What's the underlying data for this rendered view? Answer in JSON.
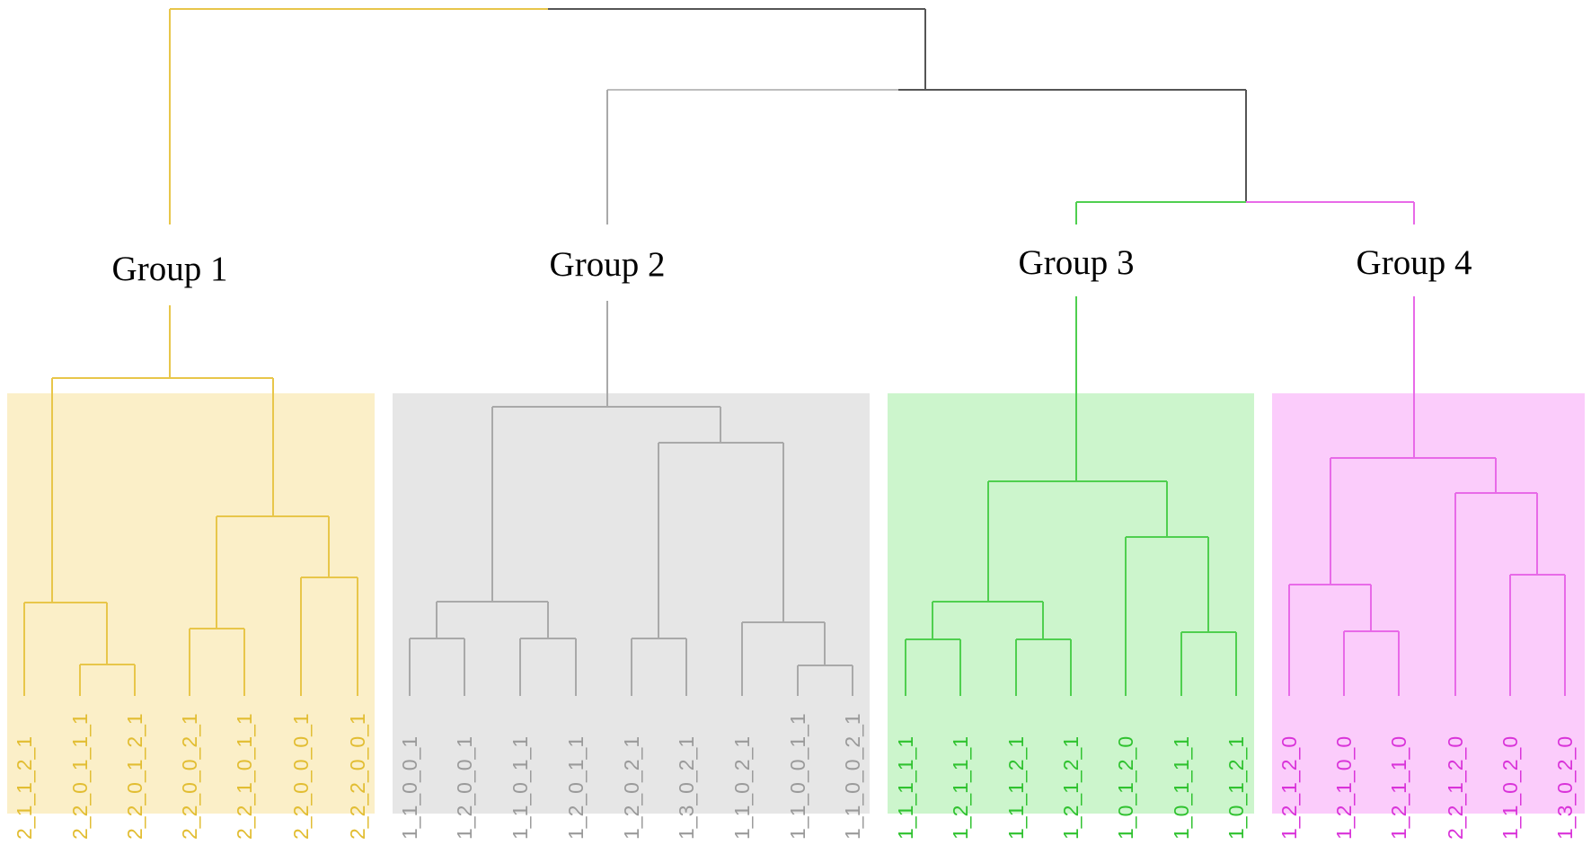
{
  "groups": [
    {
      "label": "Group 1",
      "line_color": "#e8c64a",
      "box_color": "#fbefc8",
      "text_color": "#e2bd32",
      "leaves": [
        "2_1_1_2_1",
        "2_2_0_1_1_1",
        "2_2_0_1_2_1",
        "2_2_0_0_2_1",
        "2_2_1_0_1_1",
        "2_2_0_0_0_1",
        "2_2_2_0_0_1"
      ]
    },
    {
      "label": "Group 2",
      "line_color": "#a9a9a9",
      "box_color": "#e6e6e6",
      "text_color": "#9a9a9a",
      "leaves": [
        "1_1_0_0_1",
        "1_2_0_0_1",
        "1_1_0_1_1",
        "1_2_0_1_1",
        "1_2_0_2_1",
        "1_3_0_2_1",
        "1_1_0_2_1",
        "1_1_0_0_1_1",
        "1_1_0_0_2_1"
      ]
    },
    {
      "label": "Group 3",
      "line_color": "#4fcf4f",
      "box_color": "#ccf5cc",
      "text_color": "#2fc22f",
      "leaves": [
        "1_1_1_1_1",
        "1_2_1_1_1",
        "1_1_1_2_1",
        "1_2_1_2_1",
        "1_0_1_2_0",
        "1_0_1_1_1",
        "1_0_1_2_1"
      ]
    },
    {
      "label": "Group 4",
      "line_color": "#e86ae8",
      "box_color": "#fbccfb",
      "text_color": "#d933d9",
      "leaves": [
        "1_2_1_2_0",
        "1_2_1_0_0",
        "1_2_1_1_0",
        "2_2_1_2_0",
        "1_1_0_2_0",
        "1_3_0_2_0"
      ]
    }
  ],
  "top_line_color": "#555555"
}
